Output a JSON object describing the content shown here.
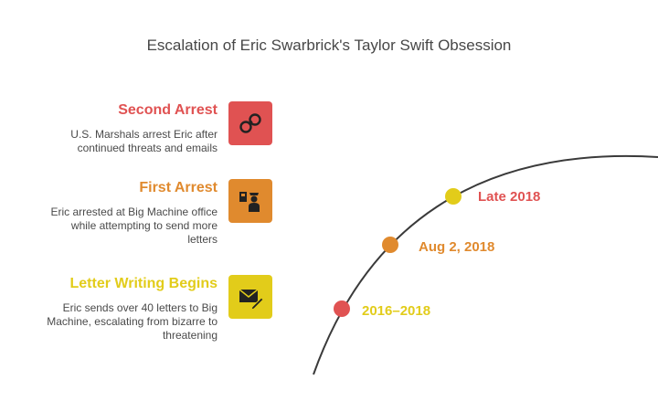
{
  "title": "Escalation of Eric Swarbrick's Taylor Swift Obsession",
  "events": [
    {
      "heading": "Second Arrest",
      "description_lines": [
        "U.S. Marshals arrest Eric after",
        "continued threats and emails"
      ],
      "icon": "handcuffs-icon",
      "color": "#e05252"
    },
    {
      "heading": "First Arrest",
      "description_lines": [
        "Eric arrested at Big Machine office",
        "while attempting to send more",
        "letters"
      ],
      "icon": "police-officer-icon",
      "color": "#e08a2e"
    },
    {
      "heading": "Letter Writing Begins",
      "description_lines": [
        "Eric sends over 40 letters to Big",
        "Machine, escalating from bizarre to",
        "threatening"
      ],
      "icon": "envelope-pen-icon",
      "color": "#e2cc1a"
    }
  ],
  "timeline": [
    {
      "label": "Late 2018",
      "dot_color": "#e2cc1a",
      "label_color": "#e05252"
    },
    {
      "label": "Aug 2, 2018",
      "dot_color": "#e08a2e",
      "label_color": "#e08a2e"
    },
    {
      "label": "2016–2018",
      "dot_color": "#e05252",
      "label_color": "#e2cc1a"
    }
  ]
}
